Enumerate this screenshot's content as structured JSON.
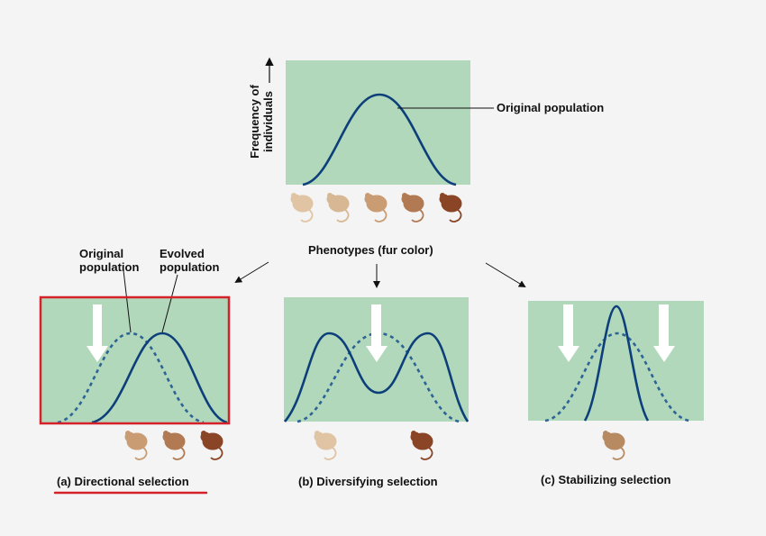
{
  "top": {
    "y_axis_label_line1": "Frequency of",
    "y_axis_label_line2": "individuals",
    "curve_label": "Original population",
    "x_axis_label": "Phenotypes (fur color)",
    "mice_shades": [
      "#e0c4a4",
      "#d8b894",
      "#c99c74",
      "#b27a52",
      "#8a4526"
    ]
  },
  "panels": [
    {
      "id": "a",
      "caption_letter": "(a)",
      "caption_text": "Directional selection",
      "label_original_line1": "Original",
      "label_original_line2": "population",
      "label_evolved_line1": "Evolved",
      "label_evolved_line2": "population",
      "highlighted": true,
      "mice_shades": [
        "#c99c74",
        "#b27a52",
        "#8a4526"
      ]
    },
    {
      "id": "b",
      "caption_letter": "(b)",
      "caption_text": "Diversifying selection",
      "mice_shades": [
        "#e0c4a4",
        "#8a4526"
      ]
    },
    {
      "id": "c",
      "caption_letter": "(c)",
      "caption_text": "Stabilizing selection",
      "mice_shades": [
        "#b88a62"
      ]
    }
  ],
  "colors": {
    "panel_bg": "#b2d8bb",
    "curve": "#0d3f7a",
    "dashed_curve": "#2d6496",
    "highlight": "#d4212a",
    "arrow_white": "#ffffff"
  }
}
